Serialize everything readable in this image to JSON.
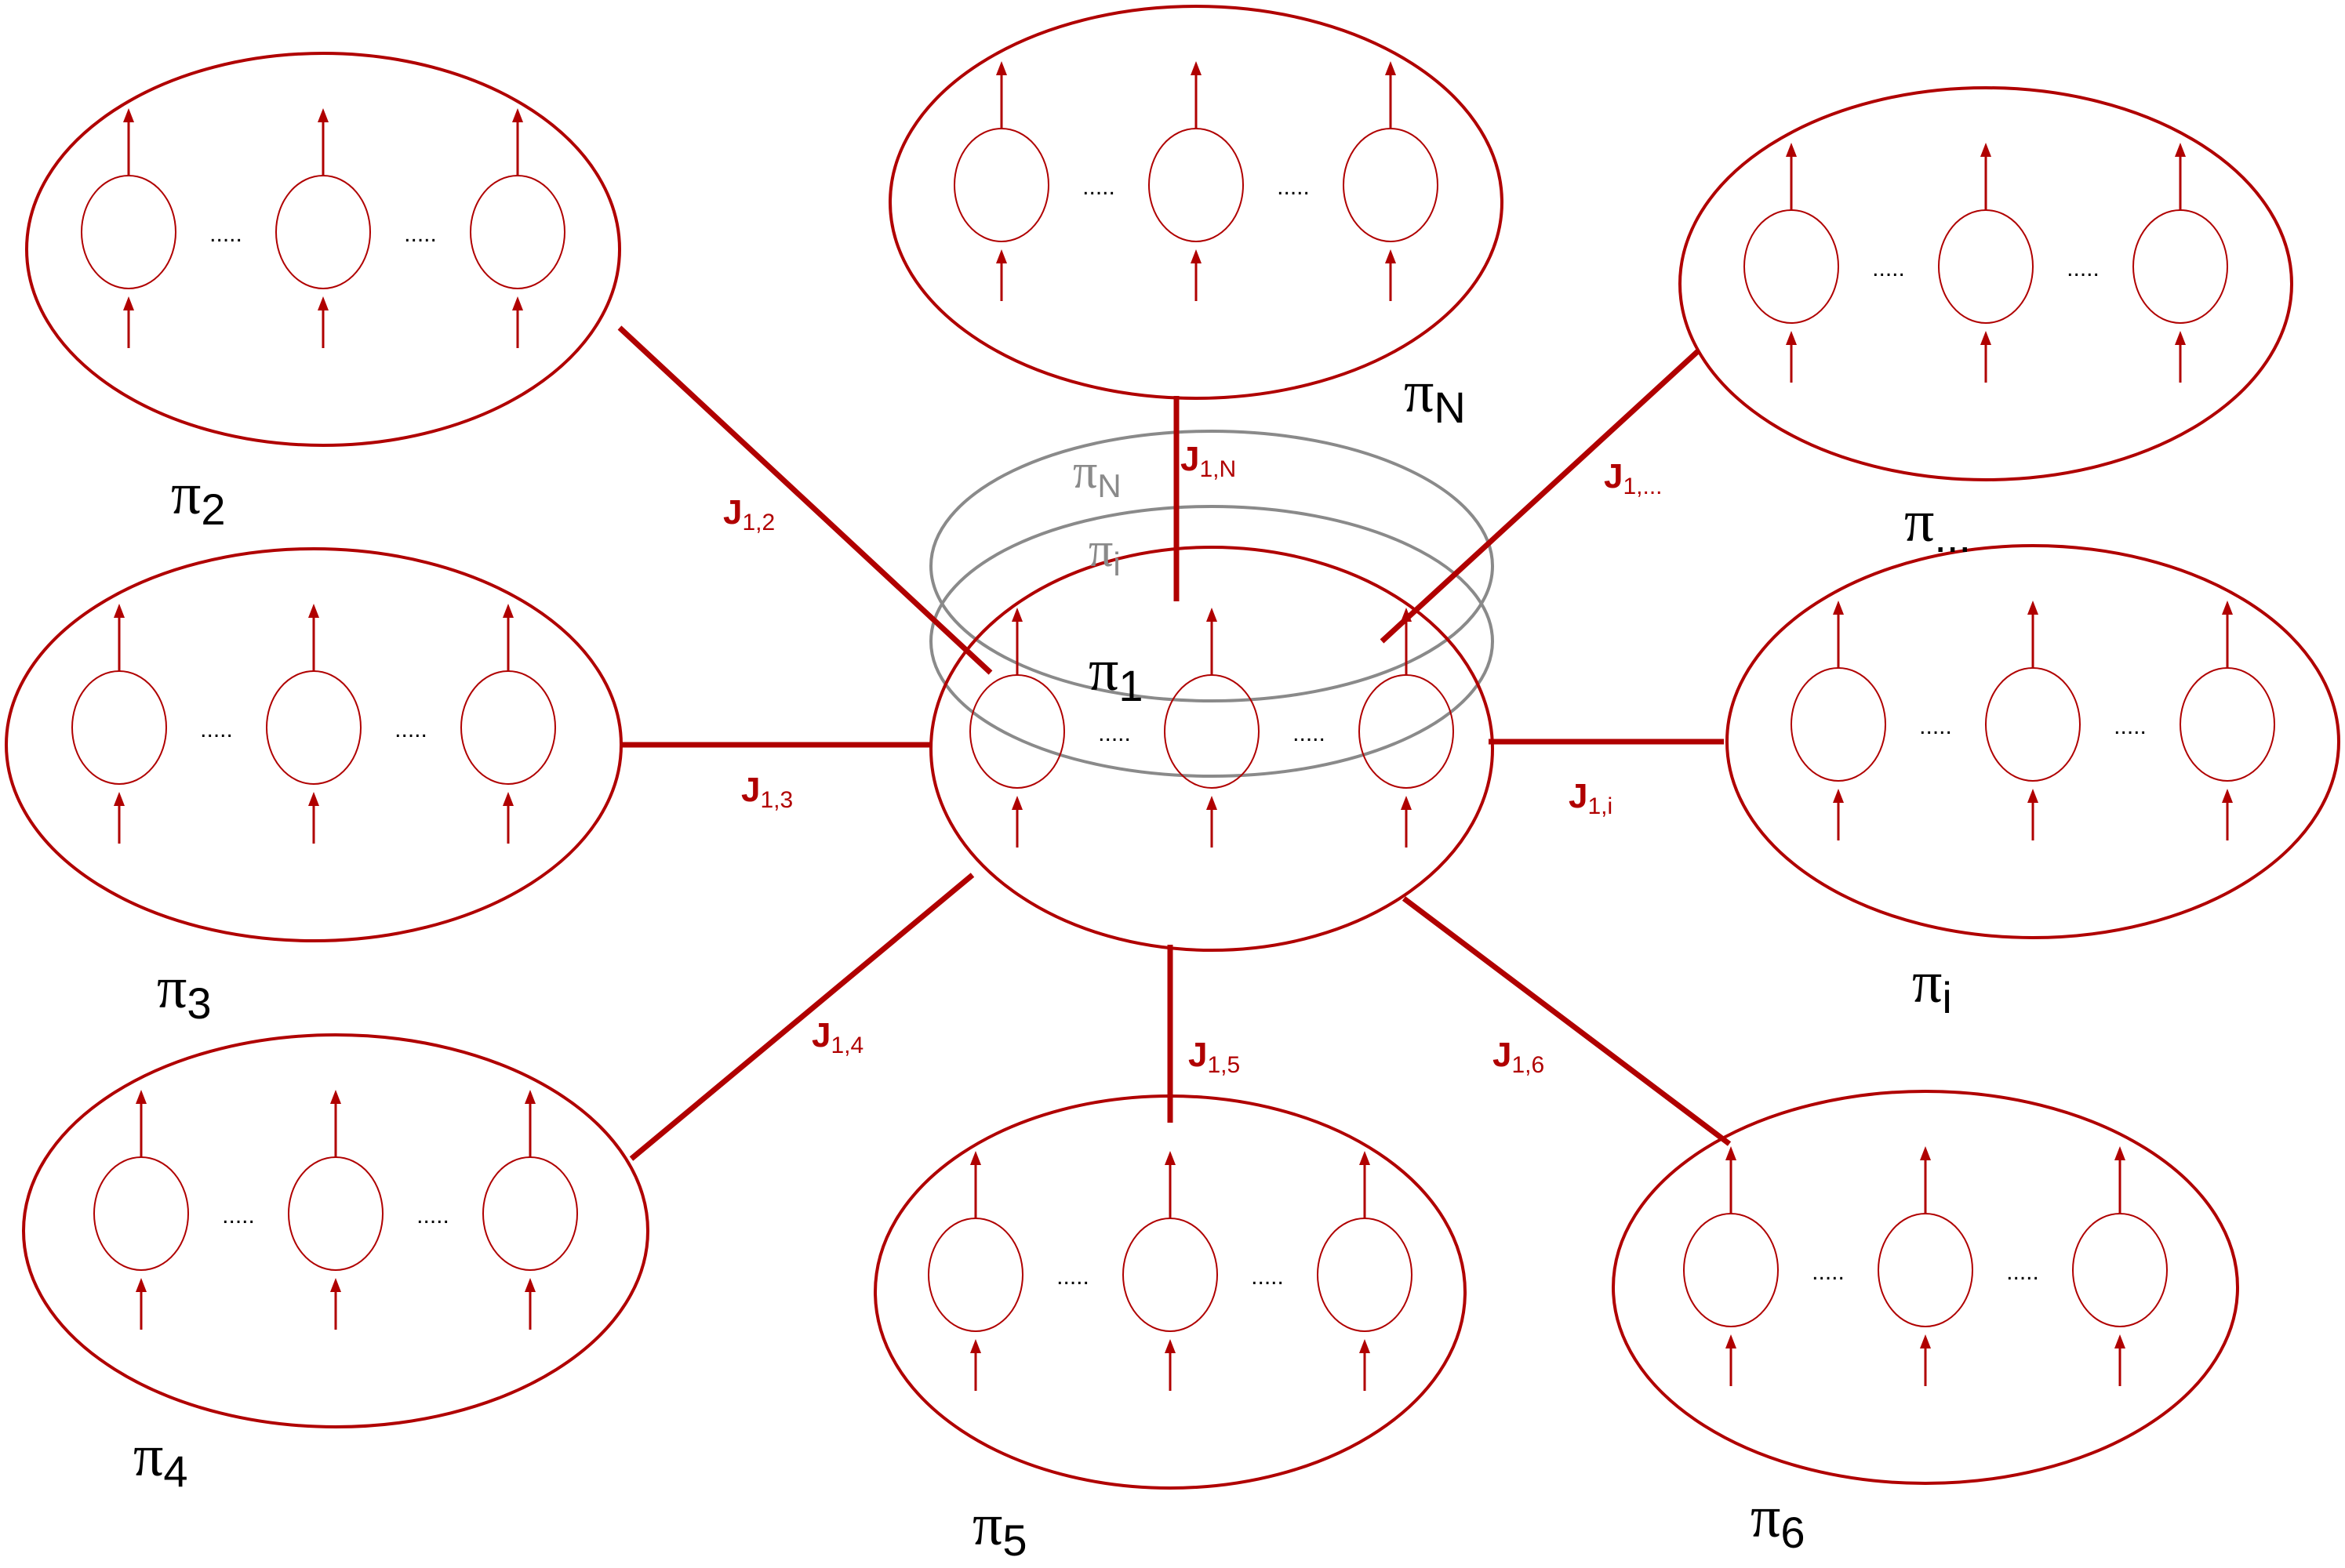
{
  "colors": {
    "accent": "#b00000",
    "ghost": "#8a8a8a",
    "text": "#000000"
  },
  "neuron_separator": ".....",
  "groups": [
    {
      "id": "g1",
      "symbol": "π",
      "sub": "1"
    },
    {
      "id": "g2",
      "symbol": "π",
      "sub": "2"
    },
    {
      "id": "g3",
      "symbol": "π",
      "sub": "3"
    },
    {
      "id": "g4",
      "symbol": "π",
      "sub": "4"
    },
    {
      "id": "g5",
      "symbol": "π",
      "sub": "5"
    },
    {
      "id": "g6",
      "symbol": "π",
      "sub": "6"
    },
    {
      "id": "gi",
      "symbol": "π",
      "sub": "i"
    },
    {
      "id": "gdots",
      "symbol": "π",
      "sub": "..."
    },
    {
      "id": "gN",
      "symbol": "π",
      "sub": "N"
    }
  ],
  "links": [
    {
      "id": "J12",
      "label": "J",
      "sub": "1,2"
    },
    {
      "id": "J13",
      "label": "J",
      "sub": "1,3"
    },
    {
      "id": "J14",
      "label": "J",
      "sub": "1,4"
    },
    {
      "id": "J15",
      "label": "J",
      "sub": "1,5"
    },
    {
      "id": "J16",
      "label": "J",
      "sub": "1,6"
    },
    {
      "id": "J1i",
      "label": "J",
      "sub": "1,i"
    },
    {
      "id": "J1dots",
      "label": "J",
      "sub": "1,..."
    },
    {
      "id": "J1N",
      "label": "J",
      "sub": "1,N"
    }
  ],
  "ghost_labels": [
    {
      "id": "ghostN",
      "symbol": "π",
      "sub": "N"
    },
    {
      "id": "ghosti",
      "symbol": "π",
      "sub": "i"
    }
  ]
}
